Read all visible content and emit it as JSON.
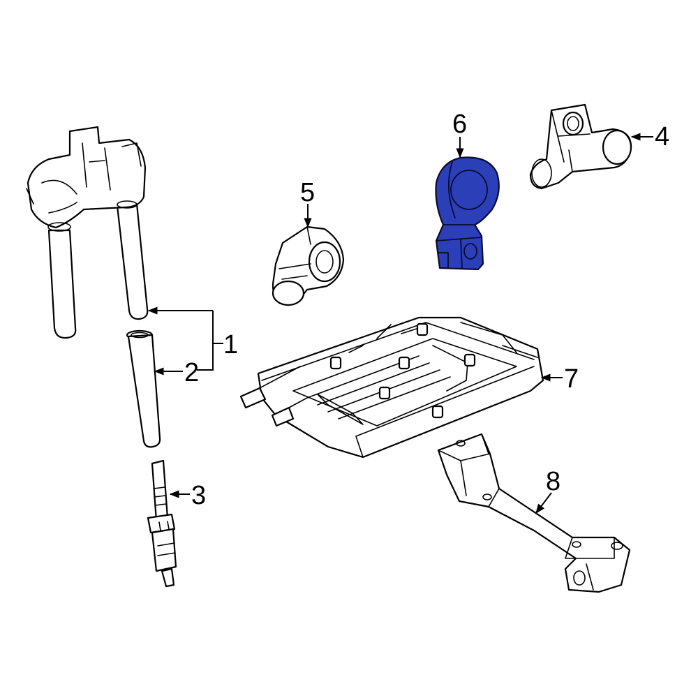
{
  "callouts": [
    {
      "number": "1"
    },
    {
      "number": "2"
    },
    {
      "number": "3"
    },
    {
      "number": "4"
    },
    {
      "number": "5"
    },
    {
      "number": "6"
    },
    {
      "number": "7"
    },
    {
      "number": "8"
    }
  ],
  "highlighted_callout": "6",
  "colors": {
    "highlight": "#2b3fb8",
    "line": "#000000",
    "background": "#ffffff"
  }
}
